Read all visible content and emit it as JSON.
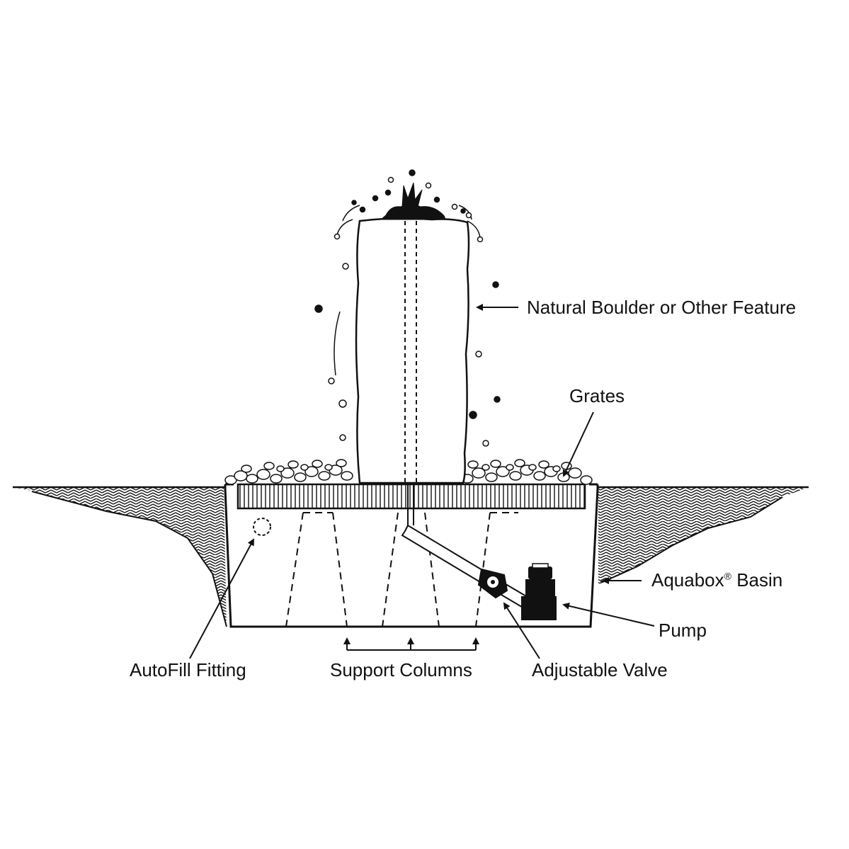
{
  "labels": {
    "boulder": "Natural Boulder or Other Feature",
    "grates": "Grates",
    "basin_name": "Aquabox",
    "basin_mark": "®",
    "basin_suffix": " Basin",
    "pump": "Pump",
    "autofill": "AutoFill Fitting",
    "support": "Support Columns",
    "valve": "Adjustable Valve"
  },
  "colors": {
    "ink": "#111111",
    "background": "#ffffff"
  },
  "icons": {
    "soil": "woven-hatch-soil-pattern",
    "gravel": "pebble-cluster",
    "grate": "vertical-bar-grate",
    "splash": "water-droplets"
  }
}
